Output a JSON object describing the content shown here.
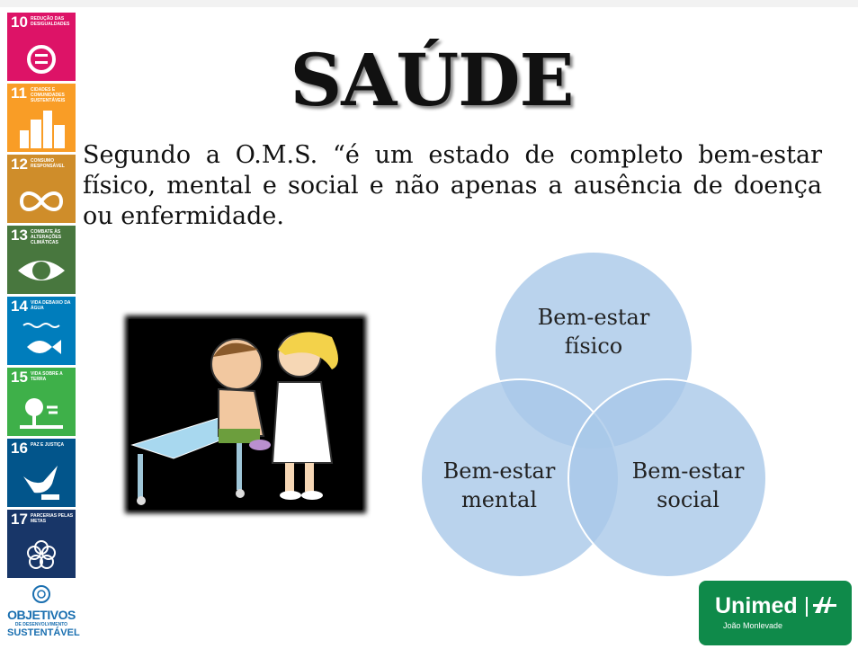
{
  "title": "SAÚDE",
  "paragraph": "Segundo a O.M.S. “é um estado de completo bem-estar físico, mental e social e não apenas a ausência de doença ou enfermidade.",
  "venn": {
    "top_line1": "Bem-estar",
    "top_line2": "físico",
    "left_line1": "Bem-estar",
    "left_line2": "mental",
    "right_line1": "Bem-estar",
    "right_line2": "social",
    "circle_color": "#a9c8e8"
  },
  "sdg": [
    {
      "num": "10",
      "text": "Redução das desigualdades",
      "color": "#dd1367",
      "icon": "equality-icon"
    },
    {
      "num": "11",
      "text": "Cidades e comunidades sustentáveis",
      "color": "#f99d26",
      "icon": "city-icon"
    },
    {
      "num": "12",
      "text": "Consumo responsável",
      "color": "#cf8d2a",
      "icon": "infinity-icon"
    },
    {
      "num": "13",
      "text": "Combate às alterações climáticas",
      "color": "#48773e",
      "icon": "eye-globe-icon"
    },
    {
      "num": "14",
      "text": "Vida debaixo da água",
      "color": "#007dbc",
      "icon": "fish-icon"
    },
    {
      "num": "15",
      "text": "Vida sobre a terra",
      "color": "#3eb049",
      "icon": "tree-icon"
    },
    {
      "num": "16",
      "text": "Paz e justiça",
      "color": "#02558b",
      "icon": "dove-icon"
    },
    {
      "num": "17",
      "text": "Parcerias pelas metas",
      "color": "#183668",
      "icon": "flower-icon"
    }
  ],
  "sdg_logo": {
    "objetivos": "OBJETIVOS",
    "sub": "DE DESENVOLVIMENTO",
    "sustentavel": "SUSTENTÁVEL"
  },
  "unimed": {
    "name": "Unimed",
    "city": "João Monlevade",
    "color": "#0f8a4a"
  }
}
